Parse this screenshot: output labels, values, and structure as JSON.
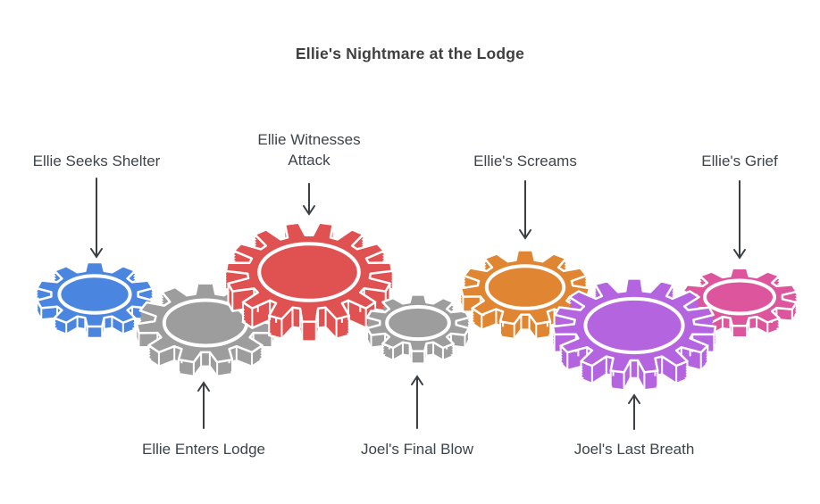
{
  "title": "Ellie's Nightmare at the Lodge",
  "title_color": "#3f3f3f",
  "text_color": "#3e444c",
  "arrow_color": "#3b3f44",
  "background": "#ffffff",
  "milestones": [
    {
      "label": "Ellie Seeks Shelter",
      "color": "#4a86e0",
      "label_position": "above"
    },
    {
      "label": "Ellie Enters Lodge",
      "color": "#9d9d9d",
      "label_position": "below"
    },
    {
      "label": "Ellie Witnesses Attack",
      "color": "#e05252",
      "label_position": "above"
    },
    {
      "label": "Joel's Final Blow",
      "color": "#9d9d9d",
      "label_position": "below"
    },
    {
      "label": "Ellie's Screams",
      "color": "#e08632",
      "label_position": "above"
    },
    {
      "label": "Joel's Last Breath",
      "color": "#b564e0",
      "label_position": "below"
    },
    {
      "label": "Ellie's Grief",
      "color": "#dd569d",
      "label_position": "above"
    }
  ]
}
